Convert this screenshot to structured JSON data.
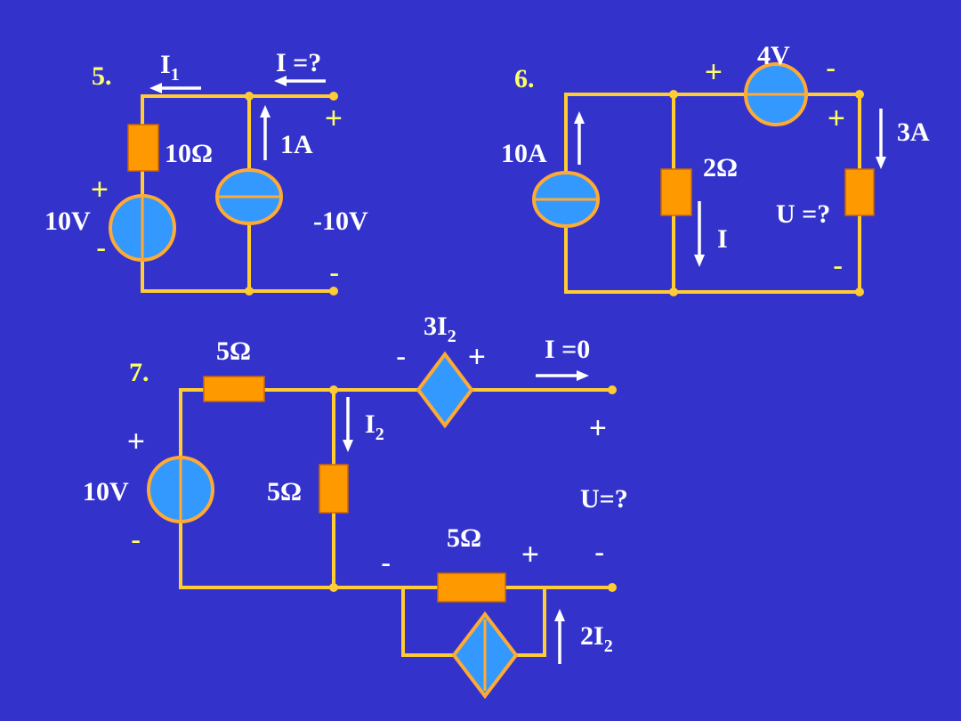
{
  "colors": {
    "background": "#3333cc",
    "wire": "#ffcc33",
    "resistor": "#ff9900",
    "source_fill": "#3399ff",
    "number": "#ffff66",
    "text": "#ffffff"
  },
  "c5": {
    "number": "5.",
    "i1": "I",
    "i1_sub": "1",
    "i_q": "I =?",
    "r10": "10Ω",
    "a1": "1A",
    "v10": "10V",
    "vm10": "-10V",
    "plus_src": "+",
    "minus_src": "-",
    "plus_out": "+",
    "minus_out": "-"
  },
  "c6": {
    "number": "6.",
    "v4": "4V",
    "plus_4v": "+",
    "minus_4v": "-",
    "a10": "10A",
    "r2": "2Ω",
    "a3": "3A",
    "u_q": "U =?",
    "i": "I",
    "plus_r": "+",
    "minus_r": "-"
  },
  "c7": {
    "number": "7.",
    "r5_top": "5Ω",
    "dep_v": "3I",
    "dep_v_sub": "2",
    "minus_dep": "-",
    "plus_dep": "+",
    "i0": "I =0",
    "i2": "I",
    "i2_sub": "2",
    "plus_src": "+",
    "v10": "10V",
    "minus_src": "-",
    "r5_mid": "5Ω",
    "plus_out": "+",
    "u_q": "U=?",
    "minus_out": "-",
    "r5_bot": "5Ω",
    "minus_bot": "-",
    "plus_bot": "+",
    "dep_i": "2I",
    "dep_i_sub": "2"
  }
}
